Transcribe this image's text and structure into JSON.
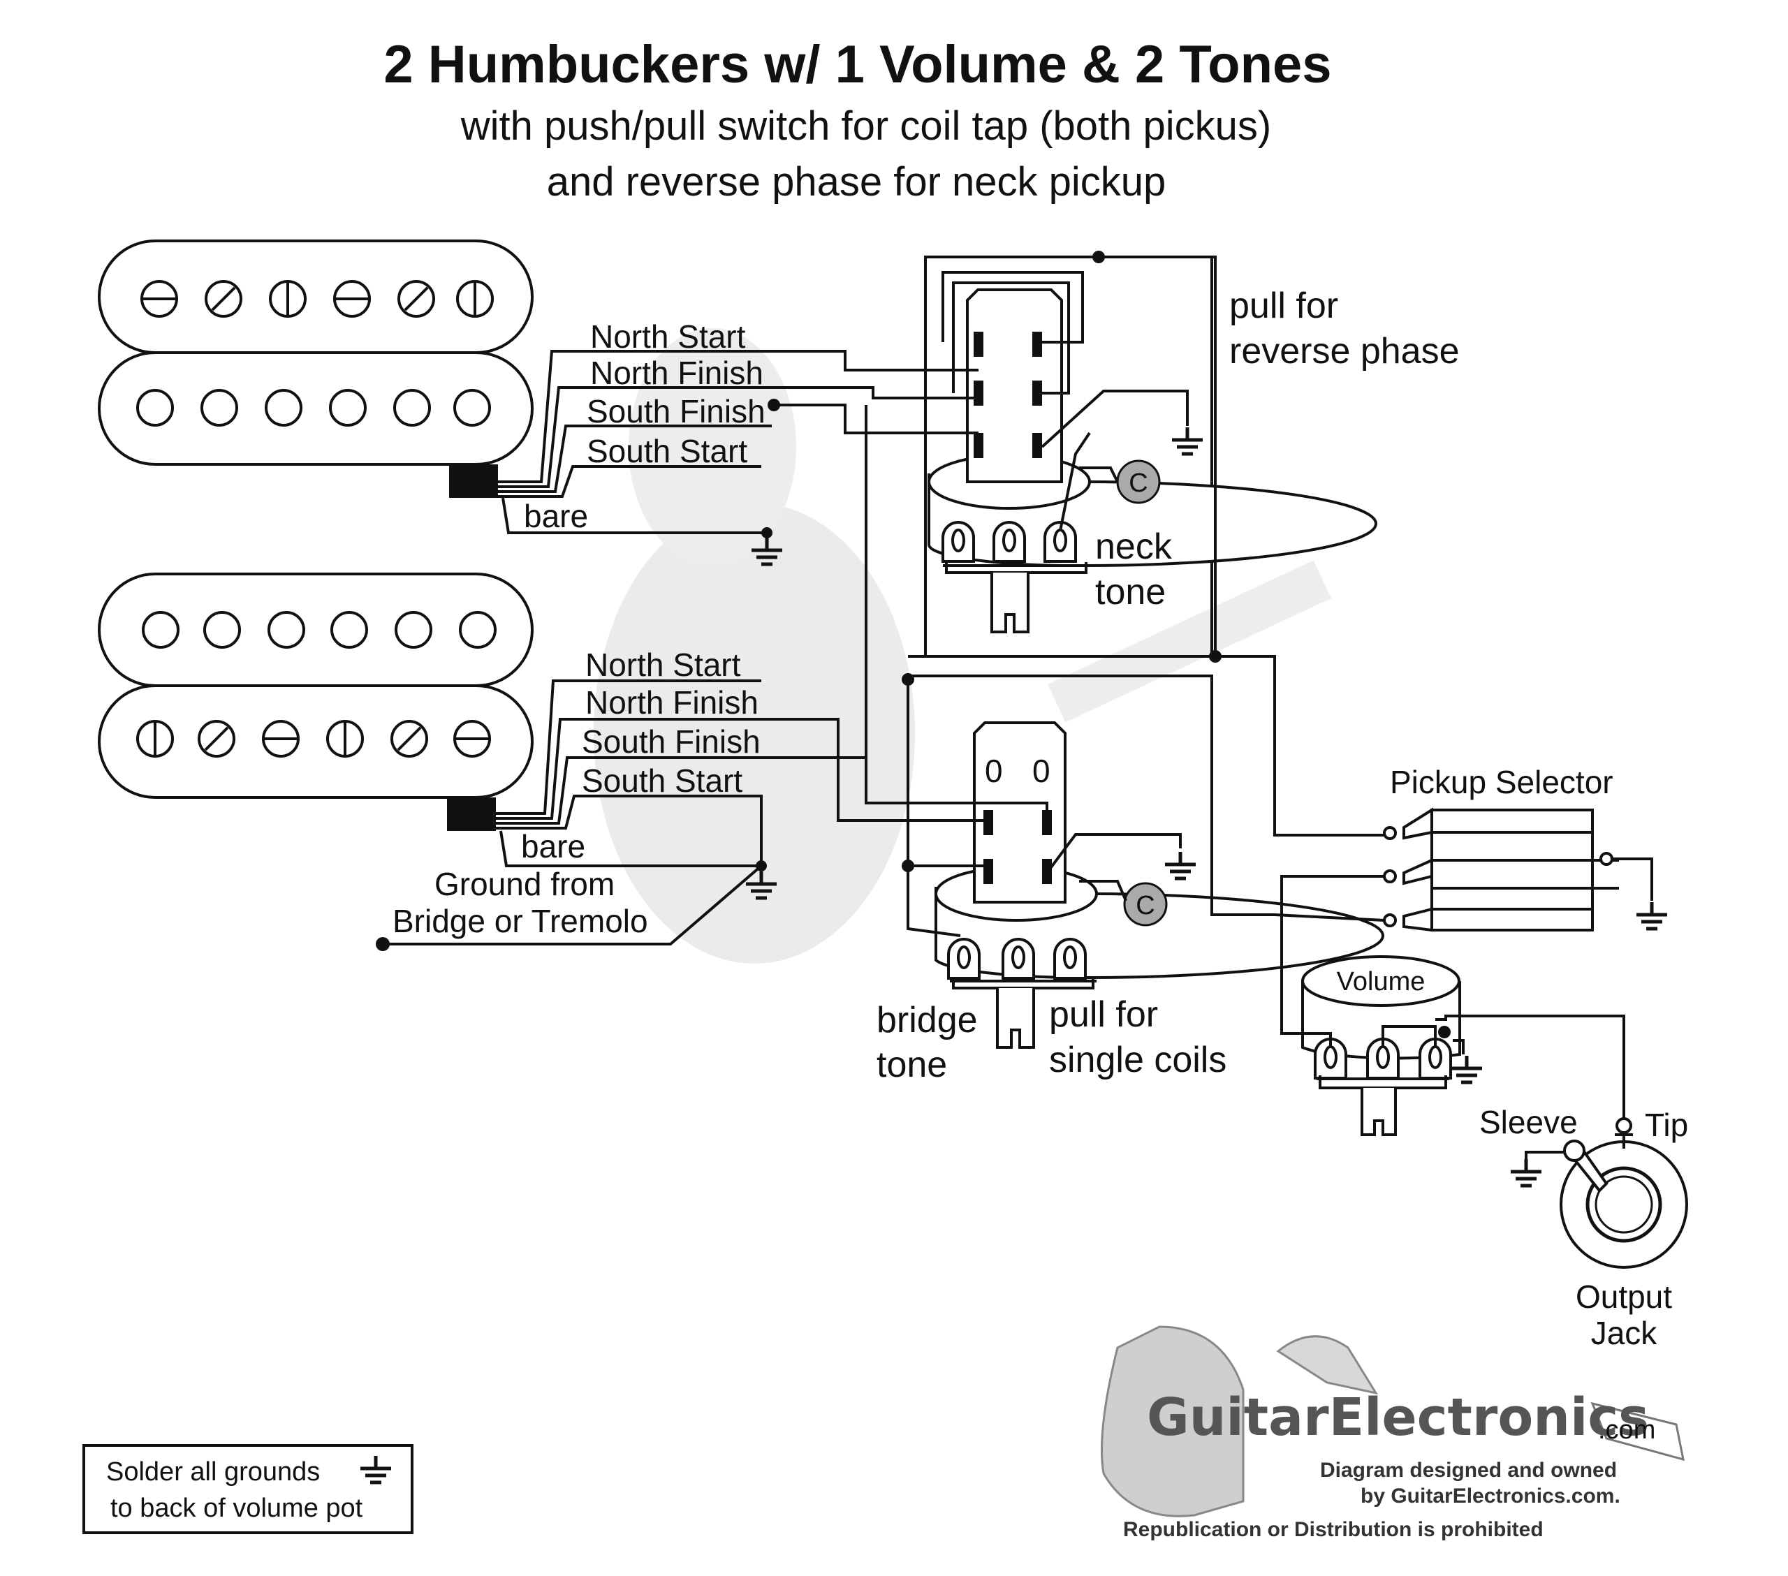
{
  "title": "2 Humbuckers w/ 1 Volume & 2 Tones",
  "subtitle_1": "with push/pull switch for coil tap (both pickus)",
  "subtitle_2": "and reverse phase for neck pickup",
  "neck_pickup": {
    "wires": [
      "North Start",
      "North Finish",
      "South Finish",
      "South Start"
    ],
    "bare": "bare"
  },
  "bridge_pickup": {
    "wires": [
      "North Start",
      "North Finish",
      "South Finish",
      "South Start"
    ],
    "bare": "bare",
    "ground_label_1": "Ground from",
    "ground_label_2": "Bridge or Tremolo"
  },
  "neck_switch": {
    "label_1": "pull for",
    "label_2": "reverse phase"
  },
  "neck_tone": {
    "label_1": "neck",
    "label_2": "tone",
    "cap": "C"
  },
  "bridge_tone": {
    "label_1": "bridge",
    "label_2": "tone",
    "cap": "C",
    "switch_label_1": "pull for",
    "switch_label_2": "single coils",
    "switch_lug_1": "0",
    "switch_lug_2": "0"
  },
  "pickup_selector": "Pickup Selector",
  "volume": "Volume",
  "output_jack": {
    "sleeve": "Sleeve",
    "tip": "Tip",
    "label_1": "Output",
    "label_2": "Jack"
  },
  "note": {
    "line_1": "Solder all grounds",
    "line_2": "to back of volume pot"
  },
  "branding": {
    "logo": "GuitarElectronics",
    "logo_suffix": ".com",
    "credit_1": "Diagram designed and owned",
    "credit_2": "by GuitarElectronics.com.",
    "credit_3": "Republication or Distribution is prohibited"
  }
}
